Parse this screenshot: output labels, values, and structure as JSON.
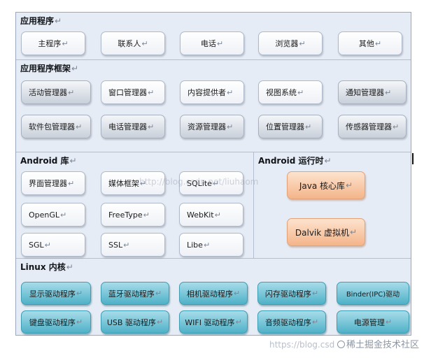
{
  "sections": {
    "applications": {
      "title": "应用程序",
      "buttons": [
        "主程序",
        "联系人",
        "电话",
        "浏览器",
        "其他"
      ]
    },
    "framework": {
      "title": "应用程序框架",
      "row1": [
        "活动管理器",
        "窗口管理器",
        "内容提供者",
        "视图系统",
        "通知管理器"
      ],
      "row2": [
        "软件包管理器",
        "电话管理器",
        "资源管理器",
        "位置管理器",
        "传感器管理器"
      ]
    },
    "libraries": {
      "title": "Android 库",
      "row1": [
        "界面管理器",
        "媒体框架",
        "SQLite"
      ],
      "row2": [
        "OpenGL",
        "FreeType",
        "WebKit"
      ],
      "row3": [
        "SGL",
        "SSL",
        "Libe"
      ]
    },
    "runtime": {
      "title": "Android 运行时",
      "buttons": [
        "Java 核心库",
        "Dalvik 虚拟机"
      ]
    },
    "kernel": {
      "title": "Linux 内核",
      "row1": [
        "显示驱动程序",
        "蓝牙驱动程序",
        "相机驱动程序",
        "闪存驱动程序",
        "Binder(IPC)驱动"
      ],
      "row2": [
        "键盘驱动程序",
        "USB 驱动程序",
        "WIFI 驱动程序",
        "音频驱动程序",
        "电源管理"
      ]
    }
  },
  "paragraph_mark": "↵",
  "watermarks": {
    "center": "http://blog.csdn.net/liuhaom",
    "bottom_url": "https://blog.csd",
    "bottom_brand": "稀土掘金技术社区"
  },
  "colors": {
    "frame_bg": "#e6ecf5",
    "button_white": "#ffffff",
    "button_grey": "#c9d0da",
    "button_orange": "#f4b58a",
    "button_teal": "#4fb1c7"
  }
}
